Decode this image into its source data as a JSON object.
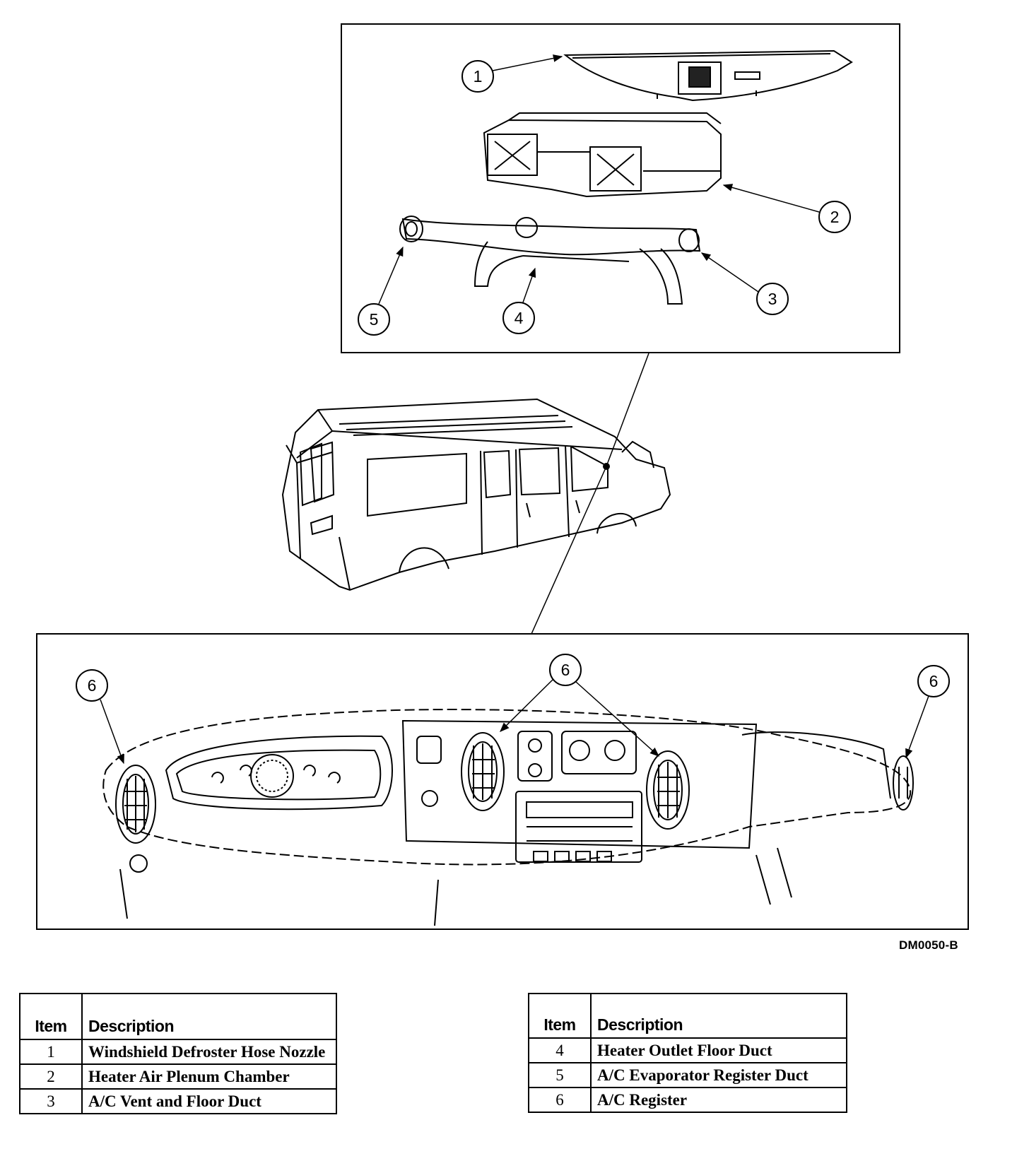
{
  "callouts": {
    "c1": "1",
    "c2": "2",
    "c3": "3",
    "c4": "4",
    "c5": "5",
    "c6a": "6",
    "c6b": "6",
    "c6c": "6"
  },
  "figure_code": "DM0050-B",
  "legend_left": {
    "header_item": "Item",
    "header_description": "Description",
    "rows": [
      {
        "item": "1",
        "description": "Windshield Defroster Hose Nozzle"
      },
      {
        "item": "2",
        "description": "Heater Air Plenum Chamber"
      },
      {
        "item": "3",
        "description": "A/C Vent and Floor Duct"
      }
    ]
  },
  "legend_right": {
    "header_item": "Item",
    "header_description": "Description",
    "rows": [
      {
        "item": "4",
        "description": "Heater Outlet Floor Duct"
      },
      {
        "item": "5",
        "description": "A/C Evaporator Register Duct"
      },
      {
        "item": "6",
        "description": "A/C Register"
      }
    ]
  }
}
